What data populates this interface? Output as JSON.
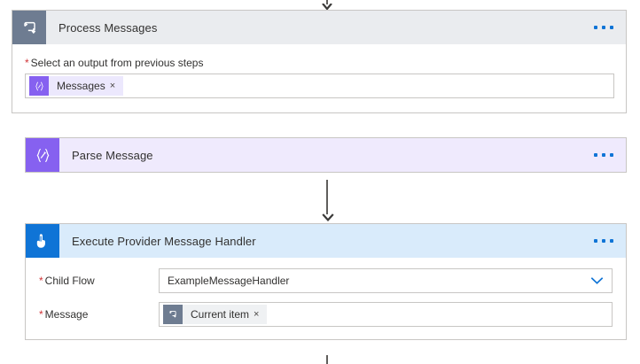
{
  "flow": {
    "loop_step": {
      "title": "Process Messages",
      "icon": "apply-to-each-loop-icon",
      "menu_label": "•••",
      "field": {
        "label": "Select an output from previous steps",
        "required_marker": "*",
        "token": {
          "text": "Messages",
          "icon": "expression-braces-icon",
          "remove_label": "×"
        }
      }
    },
    "steps": [
      {
        "title": "Parse Message",
        "icon": "parse-json-braces-icon",
        "menu_label": "•••"
      },
      {
        "title": "Execute Provider Message Handler",
        "icon": "run-child-flow-hand-icon",
        "menu_label": "•••",
        "fields": [
          {
            "label": "Child Flow",
            "required_marker": "*",
            "type": "dropdown",
            "value": "ExampleMessageHandler",
            "chevron_icon": "chevron-down-icon"
          },
          {
            "label": "Message",
            "required_marker": "*",
            "type": "token",
            "token": {
              "text": "Current item",
              "icon": "current-item-loop-icon",
              "remove_label": "×"
            }
          }
        ]
      }
    ]
  },
  "colors": {
    "loop_header_bg": "#eaecef",
    "loop_icon_bg": "#6e7c91",
    "parse_header_bg": "#efeafd",
    "parse_icon_bg": "#8661f0",
    "child_header_bg": "#d9ebfb",
    "child_icon_bg": "#0f74d6",
    "accent": "#0f74d6",
    "required": "#d13438",
    "border": "#c8c6c4",
    "connector": "#605e5c"
  }
}
